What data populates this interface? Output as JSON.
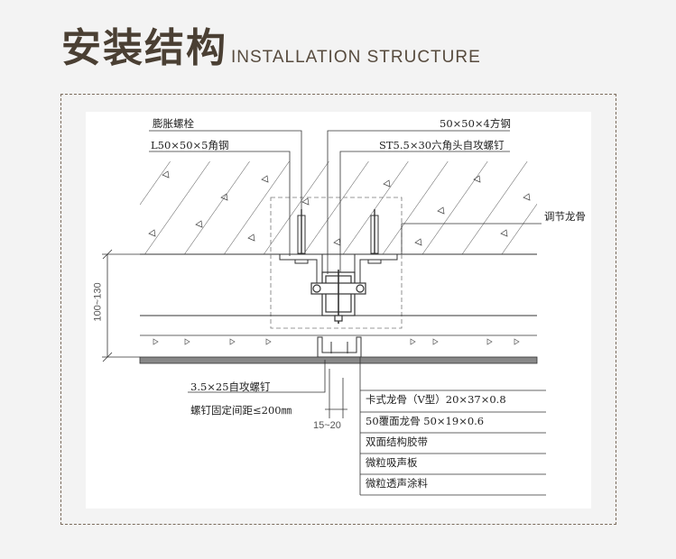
{
  "title": {
    "chinese": "安装结构",
    "english": "INSTALLATION STRUCTURE"
  },
  "labels": {
    "expansion_bolt": "膨胀螺栓",
    "angle_steel": "L50×50×5角钢",
    "square_steel": "50×50×4方钢",
    "hex_screw": "ST5.5×30六角头自攻螺钉",
    "adjust_keel": "调节龙骨",
    "self_tap_screw": "3.5×25自攻螺钉",
    "screw_spacing": "螺钉固定间距≤200㎜",
    "card_keel": "卡式龙骨（V型）20×37×0.8",
    "cover_keel": "50覆面龙骨 50×19×0.6",
    "tape": "双面结构胶带",
    "panel": "微粒吸声板",
    "coating": "微粒透声涂料"
  },
  "dimensions": {
    "height_range": "100~130",
    "gap_range": "15~20"
  },
  "colors": {
    "title": "#4a3f33",
    "frame": "#7a6b5c",
    "line": "#333333"
  }
}
